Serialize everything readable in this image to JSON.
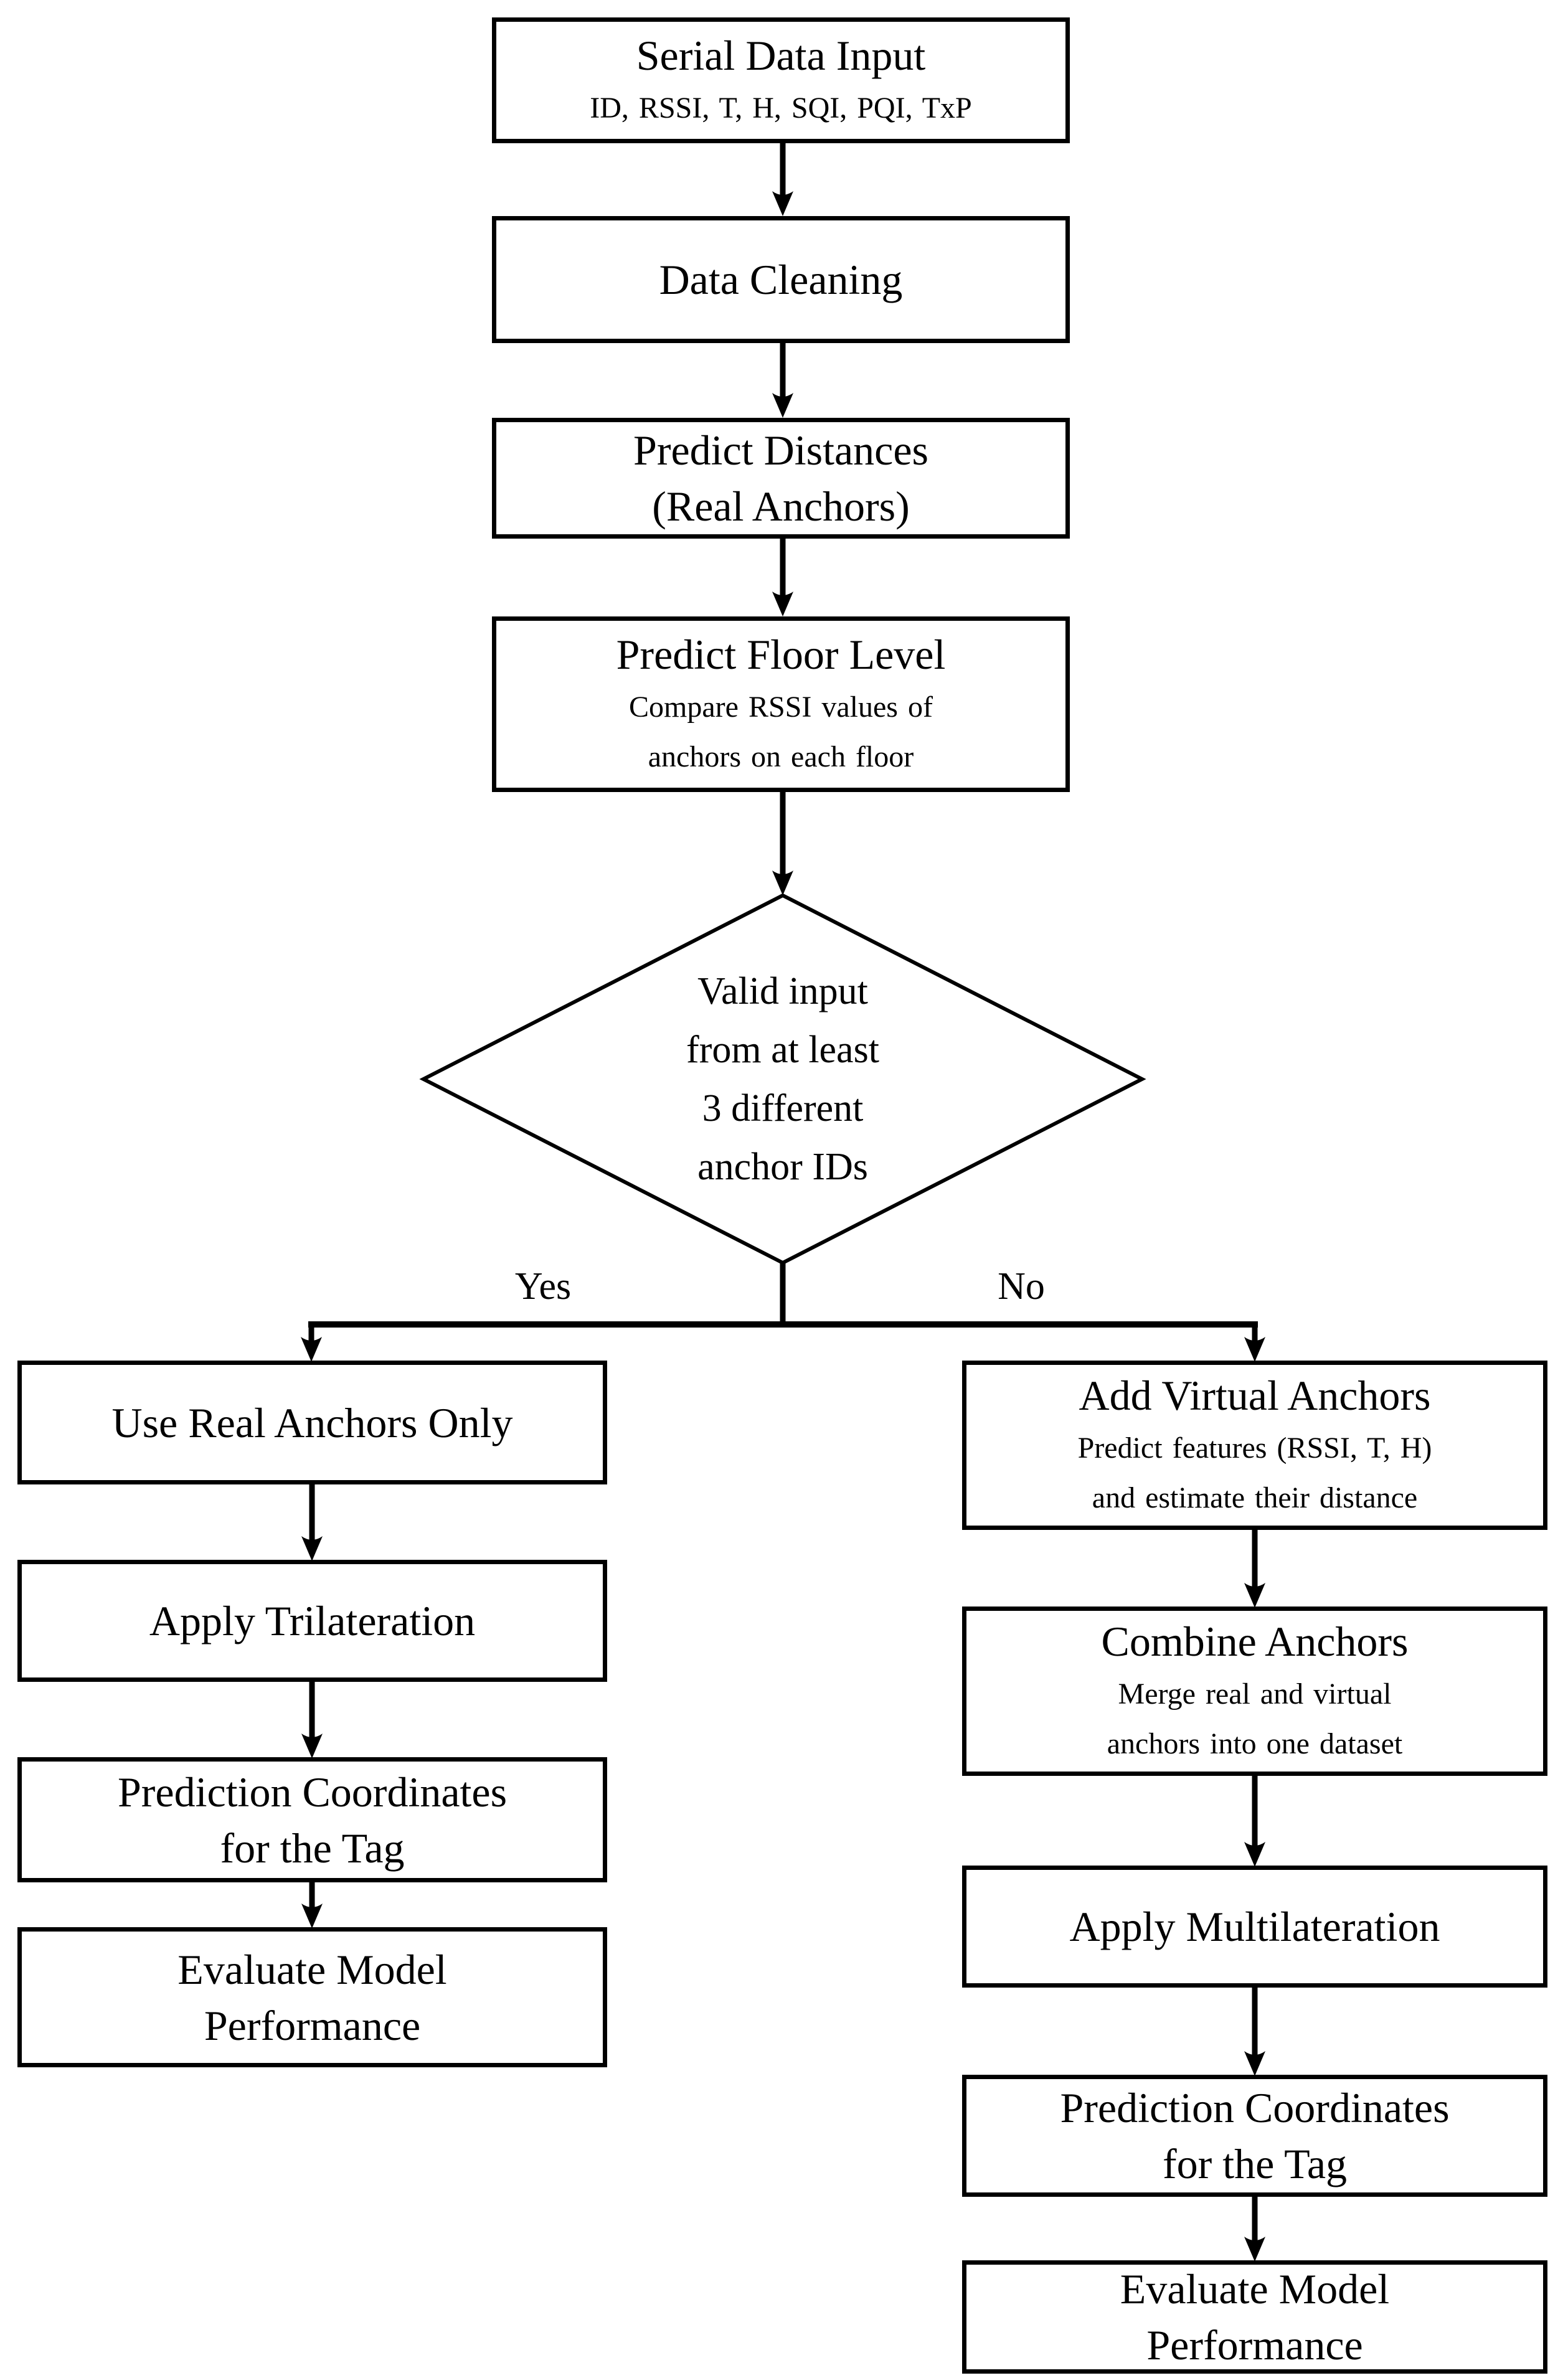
{
  "diagram": {
    "background_color": "#ffffff",
    "line_color": "#000000",
    "nodes": {
      "serial_data_input": {
        "title": "Serial Data Input",
        "subtitle": "ID, RSSI, T, H, SQI, PQI, TxP"
      },
      "data_cleaning": {
        "title": "Data Cleaning"
      },
      "predict_distances": {
        "title_line1": "Predict Distances",
        "title_line2": "(Real Anchors)"
      },
      "predict_floor_level": {
        "title": "Predict Floor Level",
        "subtitle_line1": "Compare RSSI values of",
        "subtitle_line2": "anchors on each floor"
      },
      "decision": {
        "line1": "Valid input",
        "line2": "from at least",
        "line3": "3 different",
        "line4": "anchor IDs"
      },
      "branch_yes_label": "Yes",
      "branch_no_label": "No",
      "use_real_anchors": {
        "title": "Use Real Anchors Only"
      },
      "apply_trilateration": {
        "title": "Apply Trilateration"
      },
      "prediction_coordinates_left": {
        "title_line1": "Prediction Coordinates",
        "title_line2": "for the Tag"
      },
      "evaluate_model_left": {
        "title_line1": "Evaluate Model",
        "title_line2": "Performance"
      },
      "add_virtual_anchors": {
        "title": "Add Virtual Anchors",
        "subtitle_line1": "Predict features (RSSI, T, H)",
        "subtitle_line2": "and estimate their distance"
      },
      "combine_anchors": {
        "title": "Combine Anchors",
        "subtitle_line1": "Merge real and virtual",
        "subtitle_line2": "anchors into one dataset"
      },
      "apply_multilateration": {
        "title": "Apply Multilateration"
      },
      "prediction_coordinates_right": {
        "title_line1": "Prediction Coordinates",
        "title_line2": "for the Tag"
      },
      "evaluate_model_right": {
        "title_line1": "Evaluate Model",
        "title_line2": "Performance"
      }
    }
  }
}
